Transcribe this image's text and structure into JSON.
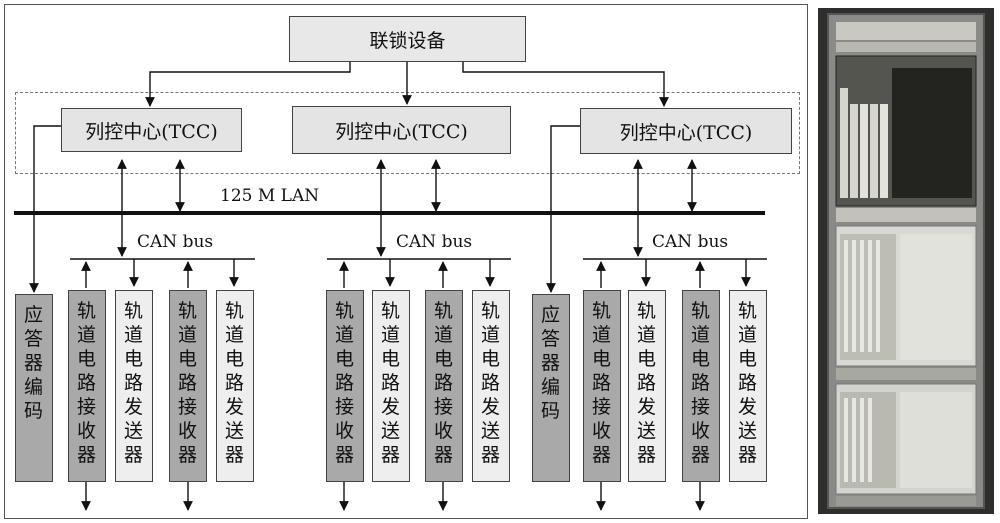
{
  "interlock": {
    "label": "联锁设备"
  },
  "tcc": [
    {
      "label": "列控中心(TCC)"
    },
    {
      "label": "列控中心(TCC)"
    },
    {
      "label": "列控中心(TCC)"
    }
  ],
  "lan": {
    "label": "125 M LAN"
  },
  "can": [
    {
      "label": "CAN bus"
    },
    {
      "label": "CAN bus"
    },
    {
      "label": "CAN bus"
    }
  ],
  "devices": {
    "balise_encoder": "应答器编码",
    "receiver": "轨道电路接收器",
    "transmitter": "轨道电路发送器"
  },
  "colors": {
    "box_fill": "#e4e4e4",
    "receiver_fill": "#a9a9a9",
    "transmitter_fill": "#eeeeee",
    "line": "#111111"
  }
}
